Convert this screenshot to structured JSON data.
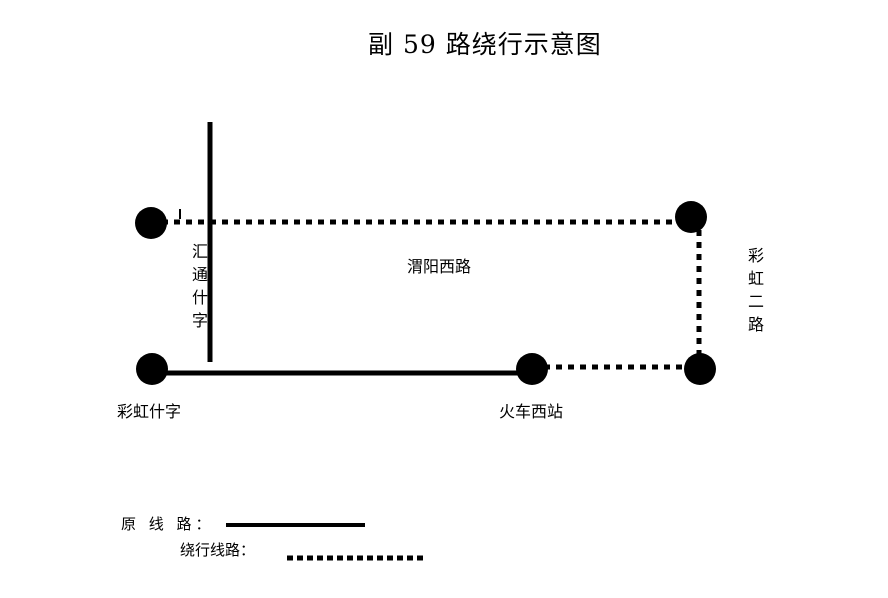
{
  "title": "副 59 路绕行示意图",
  "roads": {
    "huitong_shizi": "汇通什字",
    "weiyang_xilu": "渭阳西路",
    "caihong_erlu": "彩虹二路"
  },
  "stops": {
    "caihong_shizi": "彩虹什字",
    "huoche_xizhan": "火车西站"
  },
  "legend": {
    "original_route_label": "原 线 路：",
    "detour_route_label": "绕行线路："
  },
  "colors": {
    "line": "#000000",
    "background": "#ffffff"
  }
}
